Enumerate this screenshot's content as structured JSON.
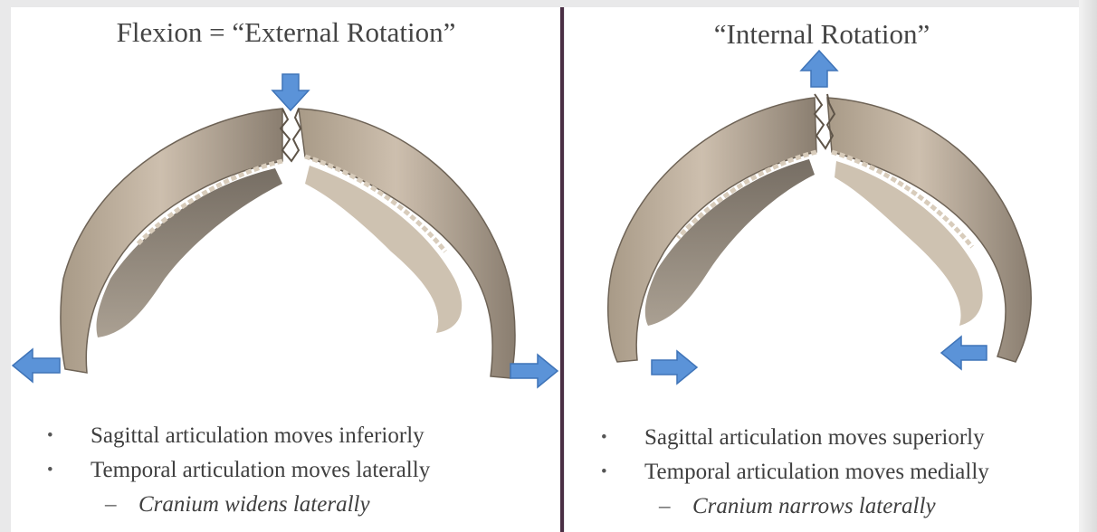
{
  "left": {
    "title": "Flexion = “External Rotation”",
    "bullets": [
      "Sagittal articulation moves inferiorly",
      "Temporal articulation moves laterally"
    ],
    "sub_bullet": "Cranium widens laterally"
  },
  "right": {
    "title": "“Internal Rotation”",
    "bullets": [
      "Sagittal articulation moves superiorly",
      "Temporal articulation moves medially"
    ],
    "sub_bullet": "Cranium narrows laterally"
  },
  "markers": {
    "bullet": "•",
    "dash": "–"
  },
  "colors": {
    "divider": "#4a2f45",
    "arrow": "#5b93d8",
    "bone": "#b9ab98",
    "bone_shadow": "#6e6356"
  },
  "icons": [
    "arrow-down-icon",
    "arrow-up-icon",
    "arrow-left-icon",
    "arrow-right-icon"
  ]
}
